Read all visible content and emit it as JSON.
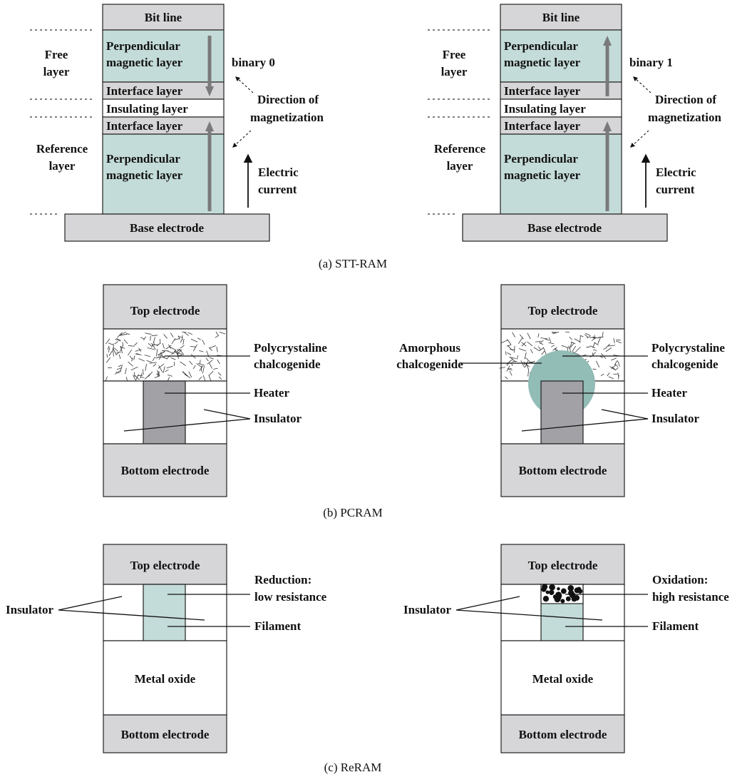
{
  "colors": {
    "gray_block": "#d6d6d8",
    "magnetic_layer": "#c4dcd9",
    "heater": "#a2a2a6",
    "amorphous": "#92bcb6",
    "filament": "#c4dcd9",
    "arrow_gray": "#7a7a7a",
    "stroke": "#222222"
  },
  "stt_ram": {
    "caption": "(a) STT-RAM",
    "cells": [
      {
        "bit_line": "Bit line",
        "perp_top": [
          "Perpendicular",
          "magnetic layer"
        ],
        "interface_top": "Interface layer",
        "insulating": "Insulating layer",
        "interface_bottom": "Interface layer",
        "perp_bottom": [
          "Perpendicular",
          "magnetic layer"
        ],
        "base": "Base electrode",
        "free_layer": [
          "Free",
          "layer"
        ],
        "reference_layer": [
          "Reference",
          "layer"
        ],
        "binary": "binary 0",
        "free_arrow": "down",
        "direction": [
          "Direction of",
          "magnetization"
        ],
        "current": [
          "Electric",
          "current"
        ]
      },
      {
        "bit_line": "Bit line",
        "perp_top": [
          "Perpendicular",
          "magnetic layer"
        ],
        "interface_top": "Interface layer",
        "insulating": "Insulating layer",
        "interface_bottom": "Interface layer",
        "perp_bottom": [
          "Perpendicular",
          "magnetic layer"
        ],
        "base": "Base electrode",
        "free_layer": [
          "Free",
          "layer"
        ],
        "reference_layer": [
          "Reference",
          "layer"
        ],
        "binary": "binary 1",
        "free_arrow": "up",
        "direction": [
          "Direction of",
          "magnetization"
        ],
        "current": [
          "Electric",
          "current"
        ]
      }
    ]
  },
  "pcram": {
    "caption": "(b) PCRAM",
    "cells": [
      {
        "top": "Top electrode",
        "poly": [
          "Polycrystaline",
          "chalcogenide"
        ],
        "heater": "Heater",
        "insulator": "Insulator",
        "bottom": "Bottom electrode",
        "amorphous": null
      },
      {
        "top": "Top electrode",
        "poly": [
          "Polycrystaline",
          "chalcogenide"
        ],
        "heater": "Heater",
        "insulator": "Insulator",
        "bottom": "Bottom electrode",
        "amorphous": [
          "Amorphous",
          "chalcogenide"
        ]
      }
    ]
  },
  "reram": {
    "caption": "(c) ReRAM",
    "cells": [
      {
        "top": "Top electrode",
        "state": [
          "Reduction:",
          "low resistance"
        ],
        "filament": "Filament",
        "insulator": "Insulator",
        "metal_oxide": "Metal oxide",
        "bottom": "Bottom electrode",
        "oxidized": false
      },
      {
        "top": "Top electrode",
        "state": [
          "Oxidation:",
          "high resistance"
        ],
        "filament": "Filament",
        "insulator": "Insulator",
        "metal_oxide": "Metal oxide",
        "bottom": "Bottom electrode",
        "oxidized": true
      }
    ]
  }
}
